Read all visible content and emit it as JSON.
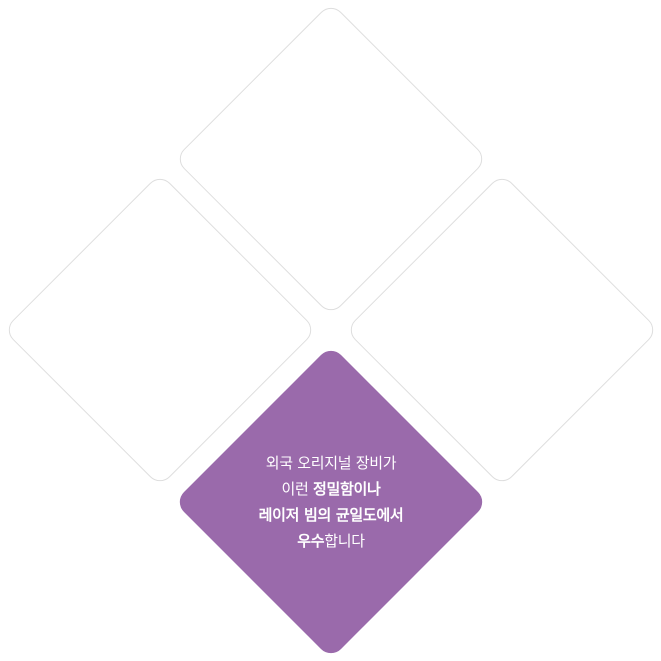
{
  "colors": {
    "accent_fill": "#9a6aab",
    "outline": "#dedede",
    "text_on_accent": "#ffffff",
    "background": "#ffffff"
  },
  "diamonds": [
    {
      "position": "top",
      "style": "outline"
    },
    {
      "position": "left",
      "style": "outline"
    },
    {
      "position": "right",
      "style": "outline"
    },
    {
      "position": "bottom",
      "style": "filled"
    }
  ],
  "caption": {
    "line1": "외국 오리지널 장비가",
    "line2_regular": "이런 ",
    "line2_bold": "정밀함이나",
    "line3_bold": "레이저 빔의 균일도에서",
    "line4_bold": "우수",
    "line4_regular": "합니다"
  }
}
